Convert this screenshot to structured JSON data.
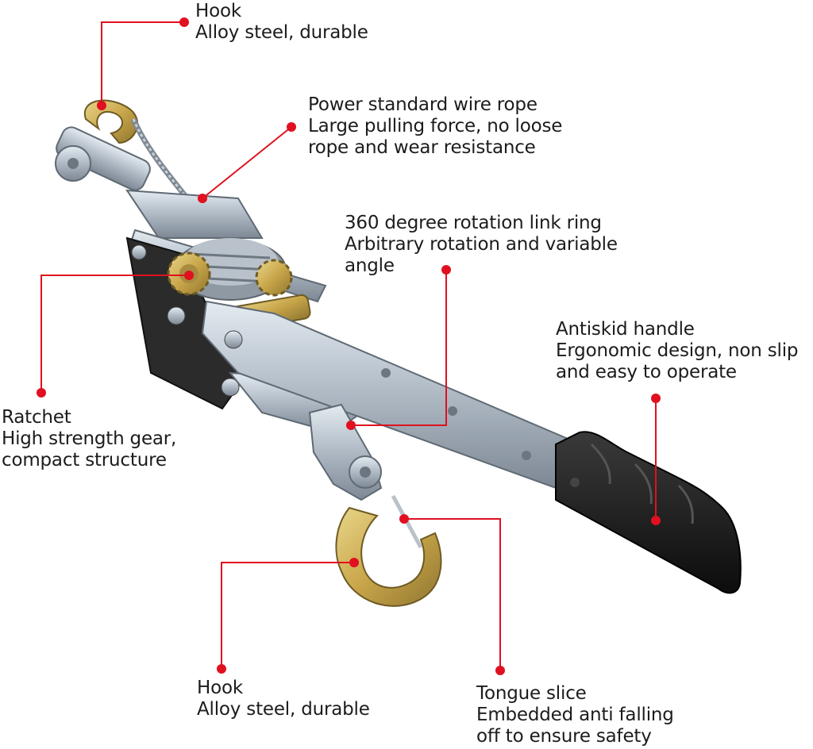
{
  "accent_color": "#e01020",
  "callouts": {
    "hook_top": {
      "title": "Hook",
      "desc": [
        "Alloy steel, durable"
      ]
    },
    "wire_rope": {
      "title": "Power standard wire rope",
      "desc": [
        "Large pulling force, no loose",
        "rope and wear resistance"
      ]
    },
    "link_ring": {
      "title": "360 degree rotation link ring",
      "desc": [
        "Arbitrary rotation and variable",
        "angle"
      ]
    },
    "handle": {
      "title": "Antiskid handle",
      "desc": [
        "Ergonomic design, non slip",
        "and easy to operate"
      ]
    },
    "ratchet": {
      "title": "Ratchet",
      "desc": [
        "High strength gear,",
        "compact structure"
      ]
    },
    "hook_bottom": {
      "title": "Hook",
      "desc": [
        "Alloy steel, durable"
      ]
    },
    "tongue": {
      "title": "Tongue slice",
      "desc": [
        "Embedded anti falling",
        "off to ensure safety"
      ]
    }
  }
}
